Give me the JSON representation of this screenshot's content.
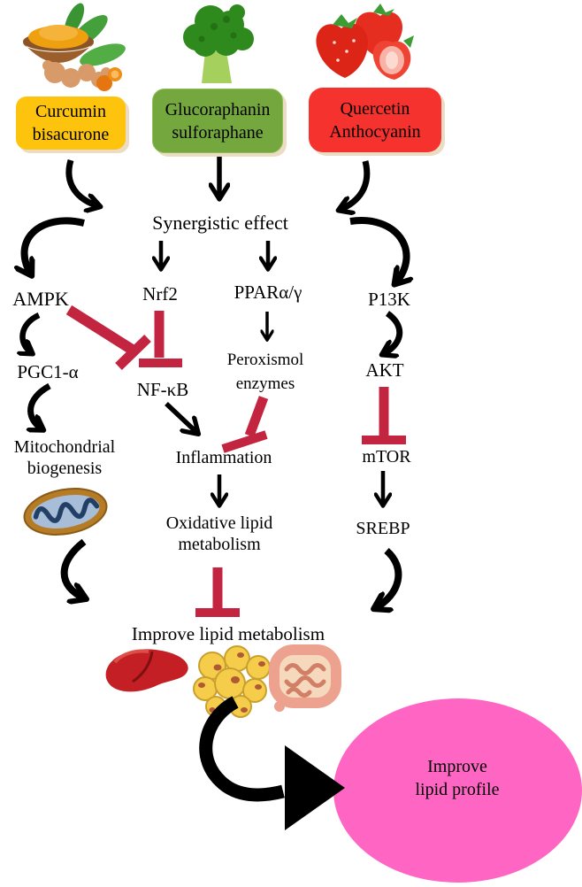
{
  "figure": {
    "title_hint": "Synergistic effect of phytochemicals on lipid metabolism pathway",
    "sources": [
      {
        "id": "curcumin",
        "label": "Curcumin bisacurone",
        "icon": "turmeric-icon",
        "color": "#fdc30d"
      },
      {
        "id": "glucoraphanin",
        "label": "Glucoraphanin sulforaphane",
        "icon": "broccoli-icon",
        "color": "#74a83e"
      },
      {
        "id": "quercetin",
        "label": "Quercetin Anthocyanin",
        "icon": "strawberry-icon",
        "color": "#f5322e"
      }
    ],
    "nodes": {
      "synergistic_effect": "Synergistic effect",
      "ampk": "AMPK",
      "nrf2": "Nrf2",
      "ppar": "PPARα/γ",
      "p13k": "P13K",
      "pgc1": "PGC1-α",
      "nfkb": "NF-κB",
      "peroxismol": "Peroxismol enzymes",
      "akt": "AKT",
      "mitochondrial": "Mitochondrial biogenesis",
      "inflammation": "Inflammation",
      "mtor": "mTOR",
      "oxidative": "Oxidative lipid metabolism",
      "srebp": "SREBP",
      "improve_metabolism": "Improve lipid metabolism",
      "improve_profile": "Improve lipid profile"
    },
    "icons": [
      "turmeric-icon",
      "broccoli-icon",
      "strawberry-icon",
      "mitochondria-icon",
      "liver-icon",
      "adipocytes-icon",
      "intestine-icon"
    ],
    "edges": [
      {
        "from": "Curcumin bisacurone",
        "to": "AMPK",
        "type": "activation"
      },
      {
        "from": "Glucoraphanin sulforaphane",
        "to": "Synergistic effect",
        "type": "activation"
      },
      {
        "from": "Quercetin Anthocyanin",
        "to": "P13K",
        "type": "activation"
      },
      {
        "from": "Synergistic effect",
        "to": "Nrf2",
        "type": "activation"
      },
      {
        "from": "Synergistic effect",
        "to": "PPARα/γ",
        "type": "activation"
      },
      {
        "from": "AMPK",
        "to": "PGC1-α",
        "type": "activation"
      },
      {
        "from": "AMPK",
        "to": "NF-κB",
        "type": "inhibition"
      },
      {
        "from": "Nrf2",
        "to": "NF-κB",
        "type": "inhibition"
      },
      {
        "from": "PPARα/γ",
        "to": "Peroxismol enzymes",
        "type": "activation"
      },
      {
        "from": "PGC1-α",
        "to": "Mitochondrial biogenesis",
        "type": "activation"
      },
      {
        "from": "NF-κB",
        "to": "Inflammation",
        "type": "activation"
      },
      {
        "from": "Peroxismol enzymes",
        "to": "Inflammation",
        "type": "inhibition"
      },
      {
        "from": "P13K",
        "to": "AKT",
        "type": "activation"
      },
      {
        "from": "AKT",
        "to": "mTOR",
        "type": "inhibition"
      },
      {
        "from": "Inflammation",
        "to": "Oxidative lipid metabolism",
        "type": "activation"
      },
      {
        "from": "mTOR",
        "to": "SREBP",
        "type": "activation"
      },
      {
        "from": "Oxidative lipid metabolism",
        "to": "Improve lipid metabolism",
        "type": "inhibition"
      },
      {
        "from": "Mitochondrial biogenesis",
        "to": "Improve lipid metabolism",
        "type": "activation"
      },
      {
        "from": "SREBP",
        "to": "Improve lipid metabolism",
        "type": "activation"
      },
      {
        "from": "Improve lipid metabolism",
        "to": "Improve lipid profile",
        "type": "activation"
      }
    ],
    "colors": {
      "activation_arrow": "#000000",
      "inhibition_arrow": "#c32540",
      "curcumin_box": "#fdc30d",
      "glucoraphanin_box": "#74a83e",
      "quercetin_box": "#f5322e",
      "profile_ellipse": "#ff66c4",
      "background": "#ffffff"
    }
  }
}
